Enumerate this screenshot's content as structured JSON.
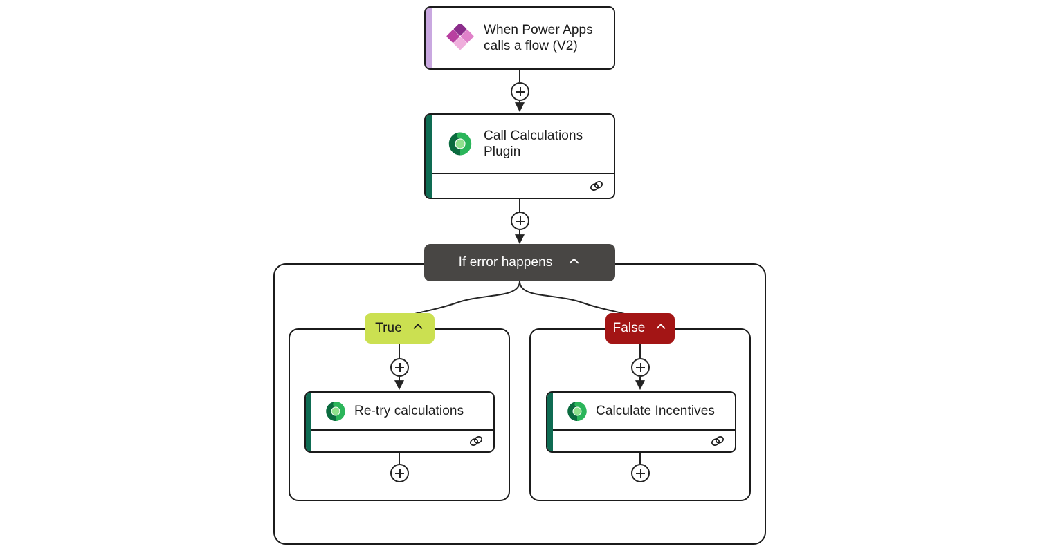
{
  "flow": {
    "trigger": {
      "name": "When Power  Apps calls a flow (V2)",
      "icon": "power-apps-icon",
      "accent_color": "#c9a8e0"
    },
    "action": {
      "name": "Call Calculations Plugin",
      "icon": "dataverse-icon",
      "accent_color": "#0e6b52",
      "footer_icon": "link-icon"
    },
    "condition": {
      "name": "If error happens",
      "collapse_icon": "chevron-up-icon",
      "header_bg": "#484644",
      "header_text_color": "#ffffff"
    },
    "branches": [
      {
        "label": "True",
        "collapse_icon": "chevron-up-icon",
        "badge_bg": "#cbe051",
        "badge_text_color": "#1b1b1b",
        "action": {
          "name": "Re-try calculations",
          "icon": "dataverse-icon",
          "accent_color": "#0e6b52",
          "footer_icon": "link-icon"
        }
      },
      {
        "label": "False",
        "collapse_icon": "chevron-up-icon",
        "badge_bg": "#a31515",
        "badge_text_color": "#ffffff",
        "action": {
          "name": "Calculate Incentives",
          "icon": "dataverse-icon",
          "accent_color": "#0e6b52",
          "footer_icon": "link-icon"
        }
      }
    ],
    "add_buttons": [
      {
        "id": "add-after-trigger",
        "label": "+"
      },
      {
        "id": "add-after-action",
        "label": "+"
      },
      {
        "id": "add-true-top",
        "label": "+"
      },
      {
        "id": "add-true-bottom",
        "label": "+"
      },
      {
        "id": "add-false-top",
        "label": "+"
      },
      {
        "id": "add-false-bottom",
        "label": "+"
      }
    ],
    "colors": {
      "stroke": "#1b1b1b",
      "canvas_bg": "#ffffff"
    }
  }
}
